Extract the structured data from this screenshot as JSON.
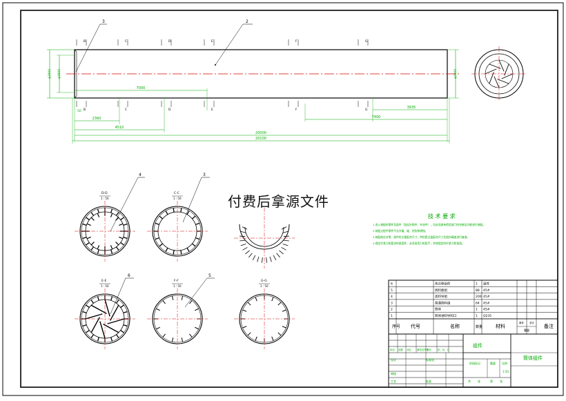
{
  "watermark": "付费后拿源文件",
  "balloons": {
    "main_left": "3",
    "main_center": "2",
    "section_1": "4",
    "section_2": "3",
    "section_4": "6",
    "section_5": "5"
  },
  "section_markers": [
    "B",
    "C",
    "D",
    "E",
    "F",
    "G"
  ],
  "main_view": {
    "diameters": {
      "outer": "φ2800",
      "inner": "φ1800",
      "right": "φ2800"
    },
    "dims": {
      "d7000": "7000",
      "d3935": "3935",
      "d7400": "7400",
      "d2360": "2360",
      "d4510": "4510",
      "d20000": "20000",
      "d20100": "20100",
      "d50": "50"
    }
  },
  "sections": [
    {
      "label": "D-D",
      "scale": "1 : 50"
    },
    {
      "label": "C-C",
      "scale": "1 : 50"
    },
    {
      "label": "",
      "scale": ""
    },
    {
      "label": "E-E",
      "scale": "1 : 50"
    },
    {
      "label": "F-F",
      "scale": "1 : 50"
    },
    {
      "label": "G-G",
      "scale": "1 : 50"
    }
  ],
  "tech_req": {
    "title": "技 术 要 求",
    "items": [
      "1.进入装配的零件及部件（包括外购件、外协件），均必须具有检验部门的合格证方能进行装配。",
      "2.装配过程中零件不允许磕、碰、划伤和锈蚀。",
      "3.装配前应对零、部件的主要配合尺寸，特别是过盈配合尺寸及相关精度进行复查。",
      "4.规定拧紧力矩要求的紧固件，必须采用力矩扳手，并按规定的拧紧力矩紧固。"
    ]
  },
  "bom": {
    "rows": [
      {
        "no": "6",
        "name": "热迁移组件",
        "qty": "1",
        "mat": "组件"
      },
      {
        "no": "5",
        "name": "扬料板组",
        "qty": "88",
        "mat": "45#"
      },
      {
        "no": "4",
        "name": "高料导组",
        "qty": "200",
        "mat": "45#"
      },
      {
        "no": "3",
        "name": "普通扬料组",
        "qty": "64",
        "mat": "45#"
      },
      {
        "no": "2",
        "name": "筒体",
        "qty": "1",
        "mat": "45#"
      },
      {
        "no": "1",
        "name": "筒体进料导料口",
        "qty": "1",
        "mat": "Q235"
      }
    ],
    "header": {
      "no": "序号",
      "code": "代号",
      "name": "名称",
      "qty": "数量",
      "mat": "材料",
      "w1": "单件",
      "w2": "总计",
      "weight": "重量",
      "note": "备注"
    }
  },
  "title_block": {
    "part_type": "组件",
    "drawing_name": "筒体组件",
    "stage_label": "阶段标记",
    "weight_label": "重量",
    "scale_label": "比例",
    "scale_value": "1:50",
    "sheet": "共",
    "sheet_of": "张",
    "sheet_no": "第",
    "sheet_no2": "张",
    "row_labels": [
      "标记",
      "处数",
      "分区",
      "更改文件号",
      "签名",
      "年、月、日"
    ],
    "design": "设计",
    "standard": "标准化",
    "review": "审核",
    "process": "工艺",
    "approve": "批准"
  }
}
